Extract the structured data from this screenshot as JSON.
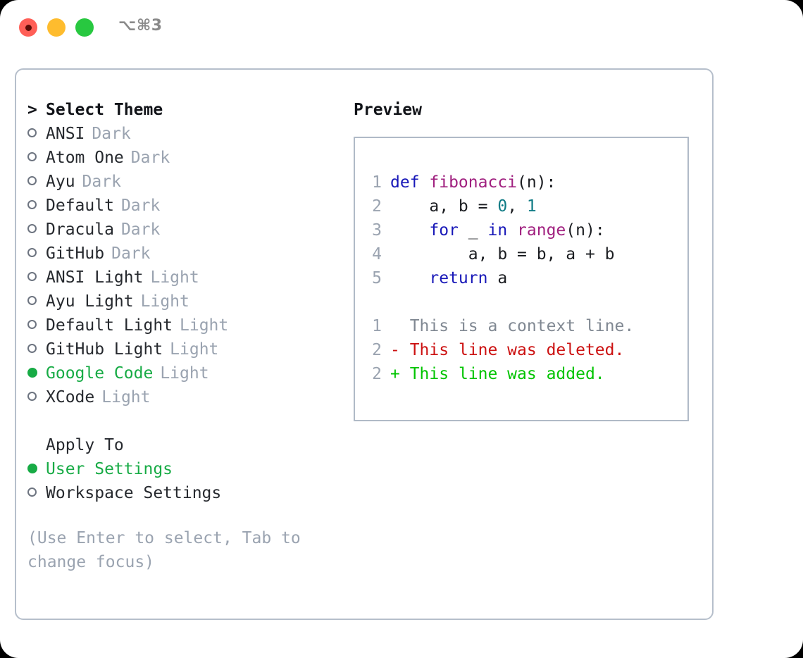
{
  "window": {
    "shortcut": "⌥⌘3",
    "traffic_lights": [
      "close",
      "minimize",
      "maximize"
    ],
    "colors": {
      "close": "#ff5f57",
      "minimize": "#febc2e",
      "maximize": "#28c840",
      "accent_green": "#17ab45",
      "muted": "#9aa3b0",
      "panel_border": "#b6bfcb"
    }
  },
  "theme_section": {
    "header_marker": ">",
    "header": "Select Theme",
    "items": [
      {
        "marker": "○",
        "name": "ANSI",
        "kind": "Dark",
        "selected": false
      },
      {
        "marker": "○",
        "name": "Atom One",
        "kind": "Dark",
        "selected": false
      },
      {
        "marker": "○",
        "name": "Ayu",
        "kind": "Dark",
        "selected": false
      },
      {
        "marker": "○",
        "name": "Default",
        "kind": "Dark",
        "selected": false
      },
      {
        "marker": "○",
        "name": "Dracula",
        "kind": "Dark",
        "selected": false
      },
      {
        "marker": "○",
        "name": "GitHub",
        "kind": "Dark",
        "selected": false
      },
      {
        "marker": "○",
        "name": "ANSI Light",
        "kind": "Light",
        "selected": false
      },
      {
        "marker": "○",
        "name": "Ayu Light",
        "kind": "Light",
        "selected": false
      },
      {
        "marker": "○",
        "name": "Default Light",
        "kind": "Light",
        "selected": false
      },
      {
        "marker": "○",
        "name": "GitHub Light",
        "kind": "Light",
        "selected": false
      },
      {
        "marker": "●",
        "name": "Google Code",
        "kind": "Light",
        "selected": true
      },
      {
        "marker": "○",
        "name": "XCode",
        "kind": "Light",
        "selected": false
      }
    ]
  },
  "apply_section": {
    "header": "Apply To",
    "items": [
      {
        "marker": "●",
        "label": "User Settings",
        "selected": true
      },
      {
        "marker": "○",
        "label": "Workspace Settings",
        "selected": false
      }
    ]
  },
  "hint": "(Use Enter to select, Tab to change focus)",
  "preview": {
    "title": "Preview",
    "code_lines": [
      {
        "number": "1",
        "tokens": [
          {
            "t": "def ",
            "c": "kw"
          },
          {
            "t": "fibonacci",
            "c": "fn"
          },
          {
            "t": "(n):",
            "c": "txt"
          }
        ]
      },
      {
        "number": "2",
        "tokens": [
          {
            "t": "    a, b = ",
            "c": "txt"
          },
          {
            "t": "0",
            "c": "num"
          },
          {
            "t": ", ",
            "c": "txt"
          },
          {
            "t": "1",
            "c": "num"
          }
        ]
      },
      {
        "number": "3",
        "tokens": [
          {
            "t": "    ",
            "c": "txt"
          },
          {
            "t": "for",
            "c": "kw"
          },
          {
            "t": " _ ",
            "c": "txt"
          },
          {
            "t": "in",
            "c": "kw"
          },
          {
            "t": " ",
            "c": "txt"
          },
          {
            "t": "range",
            "c": "fn"
          },
          {
            "t": "(n):",
            "c": "txt"
          }
        ]
      },
      {
        "number": "4",
        "tokens": [
          {
            "t": "        a, b = b, a + b",
            "c": "txt"
          }
        ]
      },
      {
        "number": "5",
        "tokens": [
          {
            "t": "    ",
            "c": "txt"
          },
          {
            "t": "return",
            "c": "kw"
          },
          {
            "t": " a",
            "c": "txt"
          }
        ]
      }
    ],
    "diff_lines": [
      {
        "number": "1",
        "prefix": "  ",
        "text": "This is a context line.",
        "kind": "ctx"
      },
      {
        "number": "2",
        "prefix": "- ",
        "text": "This line was deleted.",
        "kind": "del"
      },
      {
        "number": "2",
        "prefix": "+ ",
        "text": "This line was added.",
        "kind": "add"
      }
    ],
    "syntax_colors": {
      "keyword": "#1818b8",
      "function": "#a0207f",
      "number": "#0f7b85",
      "text": "#1b1d21",
      "context": "#808892",
      "deleted": "#cc1111",
      "added": "#00c400",
      "line_number": "#9aa3b0"
    }
  }
}
